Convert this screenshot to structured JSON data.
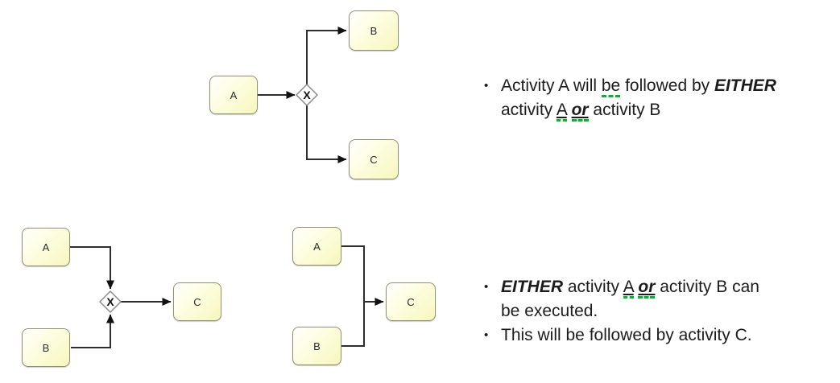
{
  "diagrams": {
    "xor_split": {
      "activities": {
        "a": "A",
        "b": "B",
        "c": "C"
      },
      "gateway_label": "X"
    },
    "xor_join": {
      "activities": {
        "a": "A",
        "b": "B",
        "c": "C"
      },
      "gateway_label": "X"
    },
    "implicit_merge": {
      "activities": {
        "a": "A",
        "b": "B",
        "c": "C"
      }
    }
  },
  "notes": {
    "bullet_glyph": "•",
    "bullets": [
      {
        "lines": [
          [
            {
              "t": "Activity A will "
            },
            {
              "t": "be",
              "grammar": true
            },
            {
              "t": " followed by "
            },
            {
              "t": "EITHER",
              "emph": true
            }
          ],
          [
            {
              "t": "activity "
            },
            {
              "t": "A",
              "underline": true,
              "grammar": true
            },
            {
              "t": " "
            },
            {
              "t": "or",
              "emph": true,
              "underline": true,
              "grammar": true
            },
            {
              "t": " activity B"
            }
          ]
        ]
      },
      {
        "lines": [
          [
            {
              "t": "EITHER",
              "emph": true
            },
            {
              "t": " activity "
            },
            {
              "t": "A",
              "underline": true,
              "grammar": true
            },
            {
              "t": " "
            },
            {
              "t": "or",
              "emph": true,
              "underline": true,
              "grammar": true
            },
            {
              "t": " activity B can"
            }
          ],
          [
            {
              "t": "be executed."
            }
          ]
        ]
      },
      {
        "lines": [
          [
            {
              "t": "This will be followed by activity C."
            }
          ]
        ]
      }
    ]
  },
  "colors": {
    "box_fill_top": "#ffffff",
    "box_fill_bottom": "#f7f7bd",
    "box_border": "#90907a",
    "connector": "#2d2d2d",
    "arrow": "#111111",
    "gateway_border": "#8c8c8c",
    "grammar_green": "#1ea43c",
    "text": "#1c1c1c"
  }
}
